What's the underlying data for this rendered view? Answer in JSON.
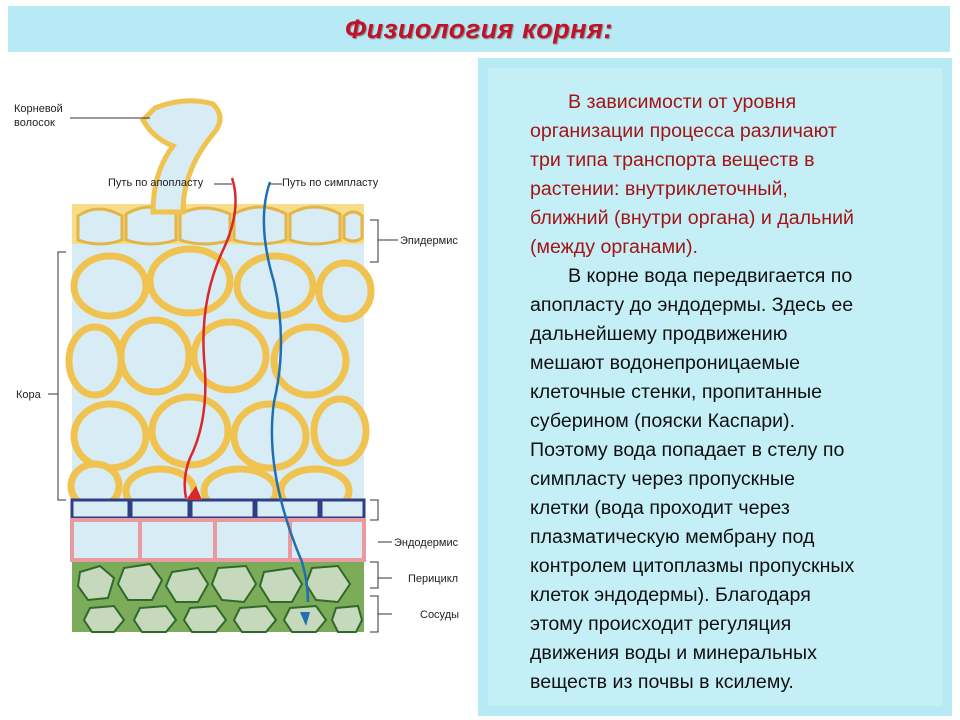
{
  "title": "Физиология корня:",
  "paragraphs": {
    "p1_lines": [
      "В зависимости от уровня",
      "организации процесса различают",
      "три типа транспорта веществ в",
      "растении: внутриклеточный,",
      "ближний (внутри органа) и дальний",
      "(между органами)."
    ],
    "p2_lines": [
      "В корне вода передвигается по",
      "апопласту до эндодермы. Здесь ее",
      "дальнейшему продвижению",
      "мешают водонепроницаемые",
      "клеточные стенки, пропитанные",
      "суберином (пояски Каспари).",
      "Поэтому вода попадает в стелу по",
      "симпласту через пропускные",
      "клетки (вода проходит через",
      "плазматическую мембрану под",
      "контролем цитоплазмы пропускных",
      "клеток эндодермы). Благодаря",
      "этому происходит регуляция",
      "движения воды и минеральных",
      "веществ из почвы в ксилему."
    ]
  },
  "diagram": {
    "labels": {
      "root_hair_1": "Корневой",
      "root_hair_2": "волосок",
      "apoplast": "Путь по апопласту",
      "symplast": "Путь по симпласту",
      "epidermis": "Эпидермис",
      "cortex": "Кора",
      "endodermis": "Эндодермис",
      "pericycle": "Перицикл",
      "vessels": "Сосуды"
    },
    "colors": {
      "cell_wall": "#f2c85b",
      "cell_fill": "#d8ecf6",
      "endodermis_wall": "#2e3f86",
      "pericycle_wall": "#e89aa0",
      "vessel_fill": "#7cab5a",
      "vessel_wall": "#2f6a2a",
      "apoplast_path": "#d8282b",
      "symplast_path": "#1f6fb2"
    }
  }
}
